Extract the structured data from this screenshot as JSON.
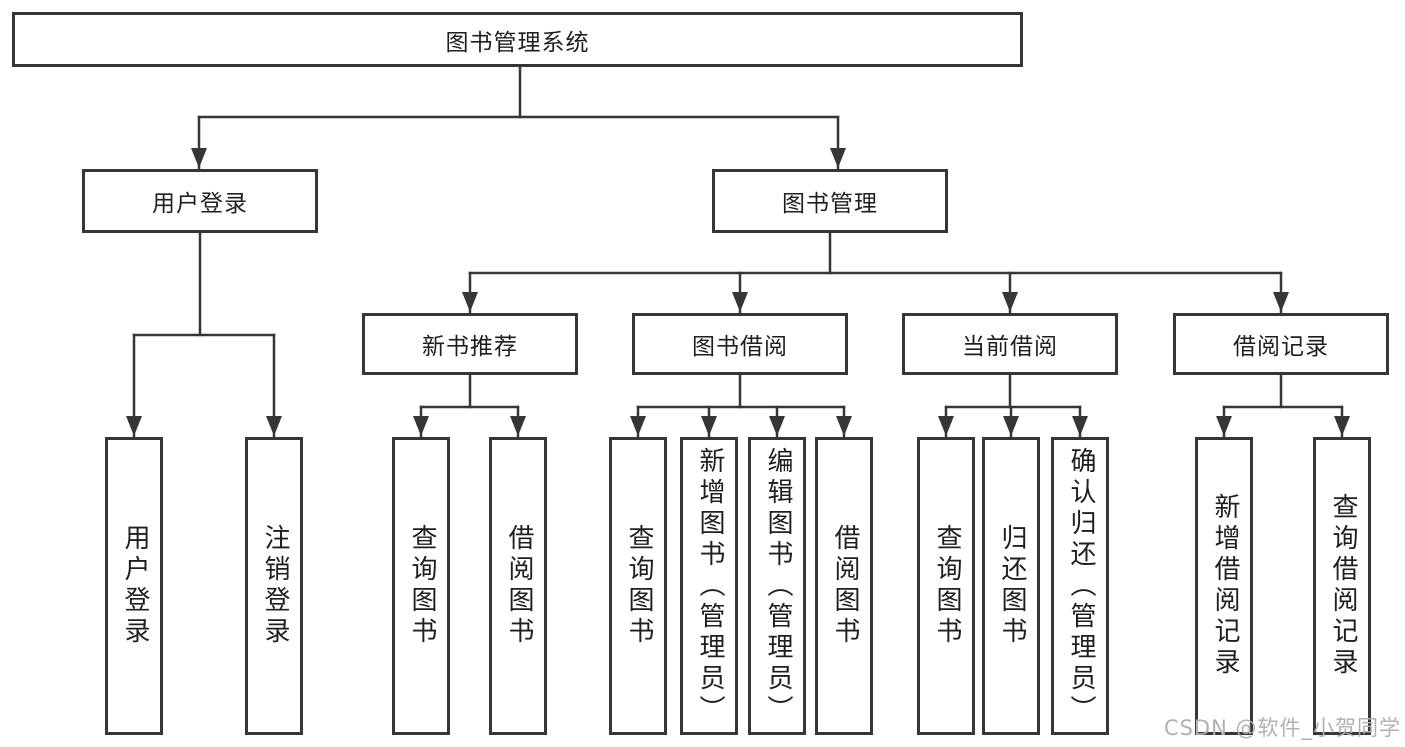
{
  "diagram": {
    "type": "tree",
    "root": {
      "label": "图书管理系统",
      "children": [
        {
          "label": "用户登录",
          "children": [
            {
              "label": "用户登录"
            },
            {
              "label": "注销登录"
            }
          ]
        },
        {
          "label": "图书管理",
          "children": [
            {
              "label": "新书推荐",
              "children": [
                {
                  "label": "查询图书"
                },
                {
                  "label": "借阅图书"
                }
              ]
            },
            {
              "label": "图书借阅",
              "children": [
                {
                  "label": "查询图书"
                },
                {
                  "label": "新增图书（管理员）"
                },
                {
                  "label": "编辑图书（管理员）"
                },
                {
                  "label": "借阅图书"
                }
              ]
            },
            {
              "label": "当前借阅",
              "children": [
                {
                  "label": "查询图书"
                },
                {
                  "label": "归还图书"
                },
                {
                  "label": "确认归还（管理员）"
                }
              ]
            },
            {
              "label": "借阅记录",
              "children": [
                {
                  "label": "新增借阅记录"
                },
                {
                  "label": "查询借阅记录"
                }
              ]
            }
          ]
        }
      ]
    },
    "colors": {
      "line": "#363636",
      "border": "#363636",
      "text": "#1f1f1f",
      "box_fill": "#ffffff",
      "watermark": "#b7aeae"
    }
  },
  "watermark": {
    "text": "CSDN @软件_小贺同学"
  }
}
